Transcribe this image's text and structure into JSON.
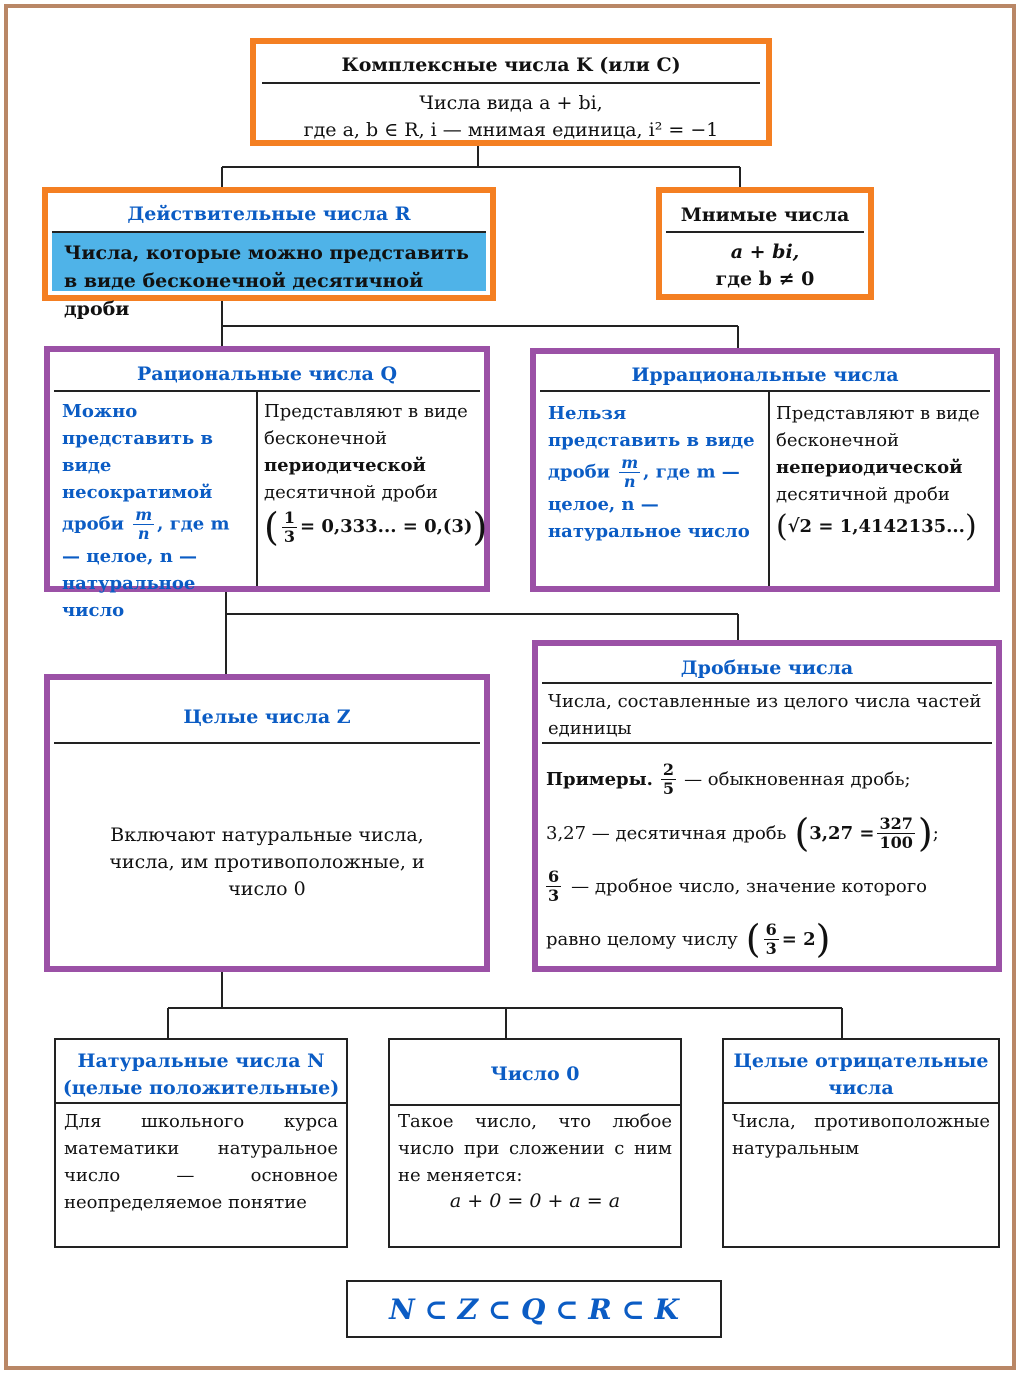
{
  "complex": {
    "title": "Комплексные числа K (или C)",
    "line1": "Числа вида a + bi,",
    "line2": "где a, b ∈ R, i — мнимая единица, i² = −1"
  },
  "real": {
    "title": "Действительные числа R",
    "desc": "Числа, которые можно представить в виде бесконечной десятичной дроби"
  },
  "imaginary": {
    "title": "Мнимые числа",
    "line1": "a + bi,",
    "line2": "где b ≠ 0"
  },
  "rational": {
    "title": "Рациональные числа Q",
    "left_1": "Можно представить в виде несократимой дроби",
    "frac_num": "m",
    "frac_den": "n",
    "left_2": ", где m — целое, n — натуральное число",
    "right_1": "Представляют в виде бесконечной",
    "right_bold": "периодической",
    "right_2": "десятичной дроби",
    "ex_num": "1",
    "ex_den": "3",
    "ex_rest": "= 0,333... = 0,(3)"
  },
  "irrational": {
    "title": "Иррациональные числа",
    "left_1": "Нельзя представить в виде дроби",
    "frac_num": "m",
    "frac_den": "n",
    "left_2": ", где m — целое, n — натуральное число",
    "right_1": "Представляют в виде бесконечной",
    "right_bold": "непериодической",
    "right_2": "десятичной дроби",
    "example": "√2 = 1,4142135..."
  },
  "integers": {
    "title": "Целые числа Z",
    "desc": "Включают натуральные числа, числа, им противоположные, и число 0"
  },
  "fractional": {
    "title": "Дробные числа",
    "desc": "Числа, составленные из целого числа частей единицы",
    "examples_label": "Примеры.",
    "ex1_num": "2",
    "ex1_den": "5",
    "ex1_text": "— обыкновенная дробь;",
    "ex2_text": "3,27 — десятичная дробь",
    "ex2_eq": "3,27 =",
    "ex2_num": "327",
    "ex2_den": "100",
    "ex3_num": "6",
    "ex3_den": "3",
    "ex3_text": "— дробное число, значение которого",
    "ex4_text": "равно целому числу",
    "ex4_num": "6",
    "ex4_den": "3",
    "ex4_rest": "= 2"
  },
  "natural": {
    "title": "Натуральные числа N (целые положительные)",
    "desc": "Для школьного курса математики натуральное число — основное неопределяемое понятие"
  },
  "zero": {
    "title": "Число 0",
    "desc": "Такое число, что любое число при сложении с ним не меняется:",
    "formula": "a + 0 = 0 + a = a"
  },
  "negative": {
    "title": "Целые отрицательные числа",
    "desc": "Числа, противоположные натуральным"
  },
  "chain": "N ⊂ Z ⊂ Q ⊂ R ⊂ K",
  "colors": {
    "orange": "#f47f22",
    "purple": "#9b51a6",
    "blue": "#0b5cc4",
    "header_fill": "#4fb3e8",
    "frame": "#b98766"
  }
}
